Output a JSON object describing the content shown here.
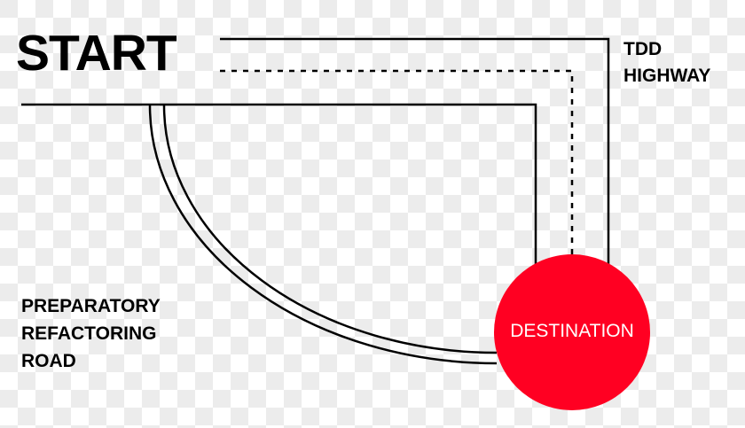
{
  "diagram": {
    "start_label": "START",
    "tdd_label": [
      "TDD",
      "HIGHWAY"
    ],
    "prep_label": [
      "PREPARATORY",
      "REFACTORING",
      "ROAD"
    ],
    "destination_label": "DESTINATION"
  },
  "colors": {
    "line": "#000000",
    "destination_fill": "#FF0022",
    "destination_text": "#FFFFFF",
    "checker_light": "#FFFFFF",
    "checker_dark": "#ECECEC"
  }
}
